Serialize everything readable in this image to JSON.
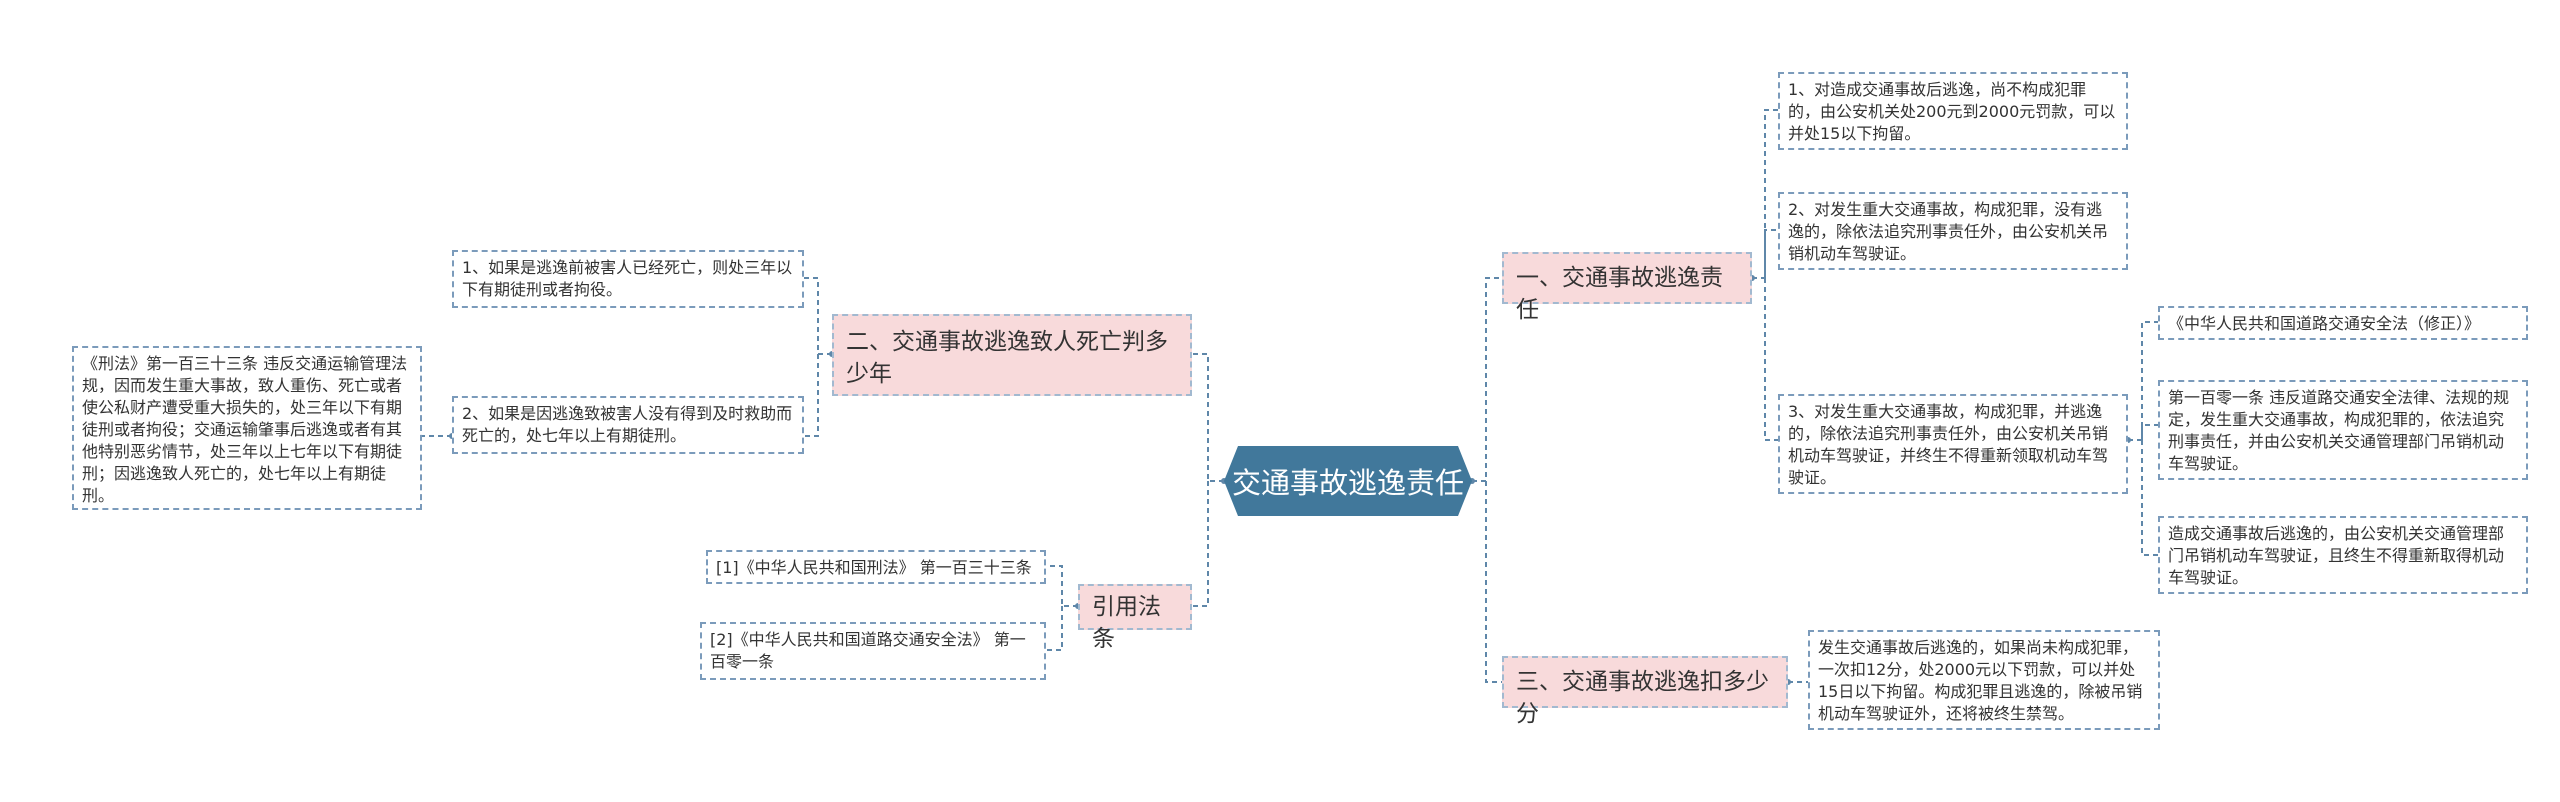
{
  "root": {
    "title": "交通事故逃逸责任"
  },
  "right": {
    "branch1": {
      "label": "一、交通事故逃逸责任",
      "items": [
        "1、对造成交通事故后逃逸，尚不构成犯罪的，由公安机关处200元到2000元罚款，可以并处15以下拘留。",
        "2、对发生重大交通事故，构成犯罪，没有逃逸的，除依法追究刑事责任外，由公安机关吊销机动车驾驶证。",
        "3、对发生重大交通事故，构成犯罪，并逃逸的，除依法追究刑事责任外，由公安机关吊销机动车驾驶证，并终生不得重新领取机动车驾驶证。"
      ],
      "sub": [
        "《中华人民共和国道路交通安全法（修正）》",
        "第一百零一条 违反道路交通安全法律、法规的规定，发生重大交通事故，构成犯罪的，依法追究刑事责任，并由公安机关交通管理部门吊销机动车驾驶证。",
        "造成交通事故后逃逸的，由公安机关交通管理部门吊销机动车驾驶证，且终生不得重新取得机动车驾驶证。"
      ]
    },
    "branch3": {
      "label": "三、交通事故逃逸扣多少分",
      "item": "发生交通事故后逃逸的，如果尚未构成犯罪，一次扣12分，处2000元以下罚款，可以并处15日以下拘留。构成犯罪且逃逸的，除被吊销机动车驾驶证外，还将被终生禁驾。"
    }
  },
  "left": {
    "branch2": {
      "label": "二、交通事故逃逸致人死亡判多少年",
      "items": [
        "1、如果是逃逸前被害人已经死亡，则处三年以下有期徒刑或者拘役。",
        "2、如果是因逃逸致被害人没有得到及时救助而死亡的，处七年以上有期徒刑。"
      ],
      "sub": "《刑法》第一百三十三条 违反交通运输管理法规，因而发生重大事故，致人重伤、死亡或者使公私财产遭受重大损失的，处三年以下有期徒刑或者拘役；交通运输肇事后逃逸或者有其他特别恶劣情节，处三年以上七年以下有期徒刑；因逃逸致人死亡的，处七年以上有期徒刑。"
    },
    "citations": {
      "label": "引用法条",
      "items": [
        "[1]《中华人民共和国刑法》 第一百三十三条",
        "[2]《中华人民共和国道路交通安全法》 第一百零一条"
      ]
    }
  },
  "colors": {
    "root": "#41789b",
    "branch_fill": "#f8dadb",
    "line": "#5f87a9",
    "border": "#7b9bbb"
  }
}
